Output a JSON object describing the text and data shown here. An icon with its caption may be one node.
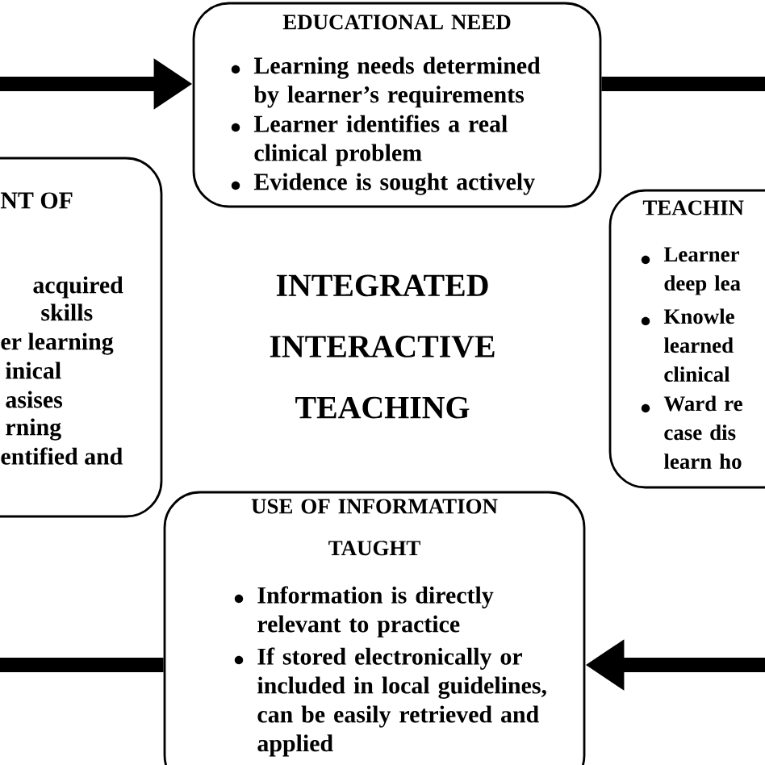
{
  "diagram": {
    "nodes": [
      {
        "text": [
          "EDUCATIONAL NEED",
          "Learning needs determined by learner’s requirements",
          "Learner identifies a real clinical problem",
          "Evidence is sought actively"
        ]
      },
      {
        "text": [
          "NT OF",
          "acquired",
          "skills",
          "er learning",
          "inical",
          "asises",
          "rning",
          "entified and"
        ]
      },
      {
        "text": [
          "TEACHIN",
          "Learner deep lea",
          "Knowle learned clinical",
          "Ward re case dis learn ho"
        ]
      },
      {
        "text": [
          "USE OF INFORMATION TAUGHT",
          "Information is directly relevant to practice",
          "If stored electronically or included in local guidelines, can be easily retrieved and applied"
        ]
      }
    ],
    "edges": [
      {
        "from": null,
        "to": 0,
        "arrow": "to"
      },
      {
        "from": 0,
        "to": null,
        "arrow": "none"
      },
      {
        "from": null,
        "to": 3,
        "arrow": "to"
      },
      {
        "from": 3,
        "to": null,
        "arrow": "none"
      }
    ],
    "labels": [
      "INTEGRATED INTERACTIVE TEACHING"
    ]
  }
}
